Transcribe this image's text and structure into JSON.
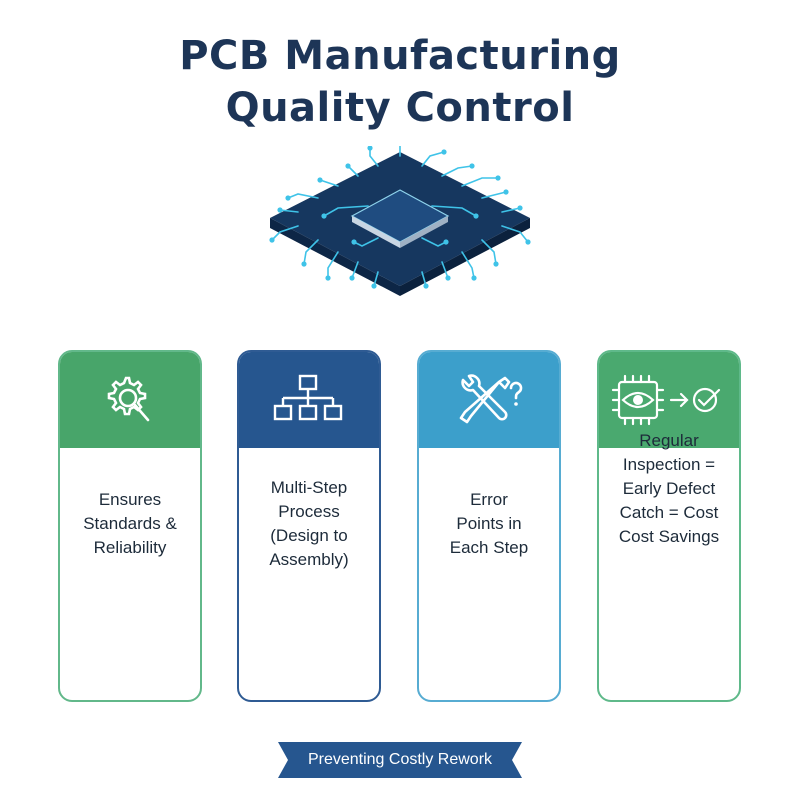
{
  "title": {
    "line1": "PCB Manufacturing",
    "line2": "Quality Control"
  },
  "cards": [
    {
      "icon": "magnifier-gear-icon",
      "color": "#48a56a",
      "lines": [
        "Ensures",
        "Standards &",
        "Reliability"
      ]
    },
    {
      "icon": "flowchart-icon",
      "color": "#26568f",
      "lines": [
        "Multi-Step",
        "Process",
        "(Design to",
        "Assembly)"
      ]
    },
    {
      "icon": "tools-question-icon",
      "color": "#3c9fcb",
      "lines": [
        "Error",
        "Points in",
        "Each Step"
      ]
    },
    {
      "icon": "eye-chip-check-icon",
      "color": "#4aa96f",
      "lines": [
        "Regular",
        "Inspection =",
        "Early Defect",
        "Catch = Cost",
        "Cost Savings"
      ]
    }
  ],
  "banner": {
    "text": "Preventing Costly Rework",
    "color": "#26568f"
  }
}
